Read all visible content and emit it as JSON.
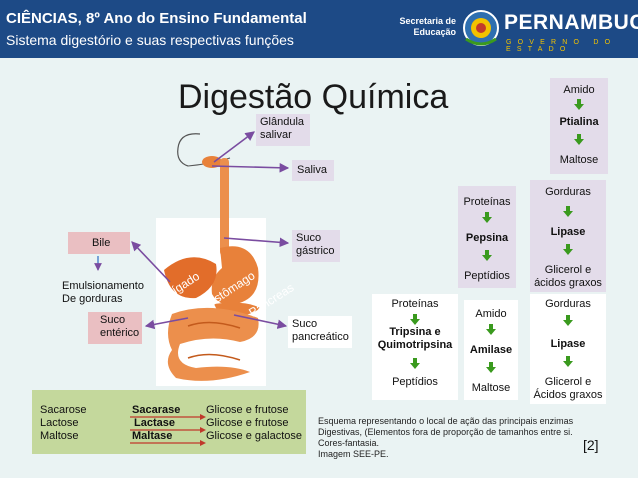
{
  "header": {
    "title": "CIÊNCIAS, 8º Ano do Ensino Fundamental",
    "subtitle": "Sistema digestório e suas respectivas funções",
    "secretaria_line1": "Secretaria de",
    "secretaria_line2": "Educação",
    "brand": "PERNAMBUCO",
    "brand_sub": "GOVERNO DO ESTADO",
    "colors": {
      "bar": "#1d4a86",
      "brand_sub": "#f2c200"
    }
  },
  "slide_title": "Digestão Química",
  "labels": {
    "glandula_l1": "Glândula",
    "glandula_l2": "salivar",
    "saliva": "Saliva",
    "suco_gastrico_l1": "Suco",
    "suco_gastrico_l2": "gástrico",
    "bile": "Bile",
    "emulsion_l1": "Emulsionamento",
    "emulsion_l2": "De gorduras",
    "suco_enterico_l1": "Suco",
    "suco_enterico_l2": "entérico",
    "suco_pancreatico_l1": "Suco",
    "suco_pancreatico_l2": "pancreático"
  },
  "organs": {
    "figado": "Fígado",
    "estomago": "Estômago",
    "pancreas": "Pâncreas",
    "colors": {
      "organ": "#e8813a",
      "tract": "#ec8f4c"
    }
  },
  "boxes": {
    "saliva": {
      "top": "Amido",
      "mid": "Ptialina",
      "bottom": "Maltose"
    },
    "gastric": {
      "top": "Proteínas",
      "mid": "Pepsina",
      "bottom": "Peptídios"
    },
    "gastric_fat": {
      "top": "Gorduras",
      "mid": "Lipase",
      "bottom_l1": "Glicerol e",
      "bottom_l2": "ácidos graxos"
    },
    "pancreatic_protein": {
      "top": "Proteínas",
      "mid_l1": "Tripsina e",
      "mid_l2": "Quimotripsina",
      "bottom": "Peptídios"
    },
    "pancreatic_starch": {
      "top": "Amido",
      "mid": "Amilase",
      "bottom": "Maltose"
    },
    "pancreatic_fat": {
      "top": "Gorduras",
      "mid": "Lipase",
      "bottom_l1": "Glicerol e",
      "bottom_l2": "Ácidos graxos"
    }
  },
  "enteric_table": {
    "rows": [
      {
        "substrate": "Sacarose",
        "enzyme": "Sacarase",
        "product": "Glicose e frutose"
      },
      {
        "substrate": "Lactose",
        "enzyme": "Lactase",
        "product": "Glicose e frutose"
      },
      {
        "substrate": "Maltose",
        "enzyme": "Maltase",
        "product": "Glicose e galactose"
      }
    ]
  },
  "caption": {
    "line1": "Esquema representando o local de ação das principais enzimas",
    "line2": "Digestivas, (Elementos fora de proporção de tamanhos entre si.",
    "line3": "Cores-fantasia.",
    "line4": "Imagem SEE-PE."
  },
  "reference": "[2]",
  "colors": {
    "arrow_green": "#3a9a1e",
    "lavender": "#e3dcea",
    "pink": "#eabfc2",
    "green_table": "#c4d89c",
    "background": "#eaf3f3"
  }
}
